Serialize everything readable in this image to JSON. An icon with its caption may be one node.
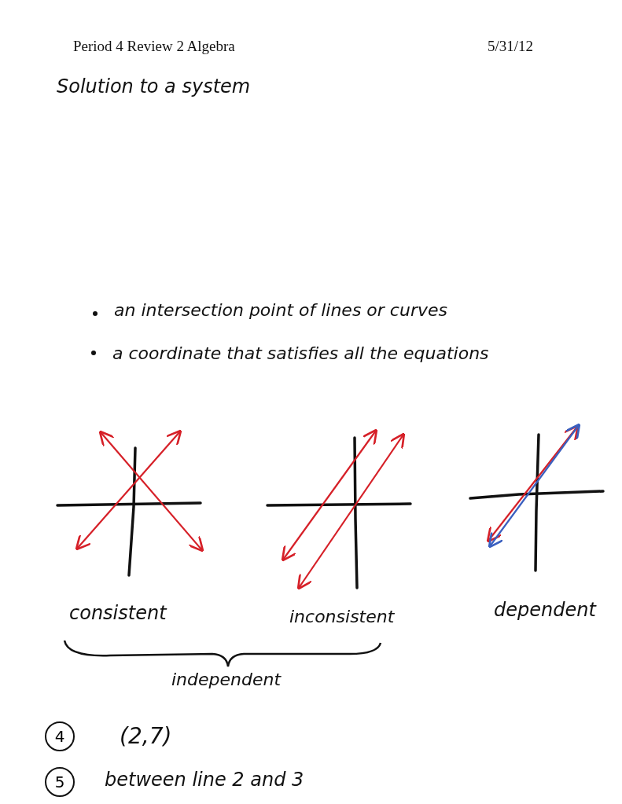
{
  "diagram": {
    "title": "Period 4 Review 2 Algebra",
    "nodes": [
      {
        "text": [
          "4"
        ]
      },
      {
        "text": [
          "5"
        ]
      }
    ],
    "labels": [
      "5/31/12",
      "Solution to a system",
      "an intersection point of lines or curves",
      "a coordinate that satisfies all the equations",
      "consistent",
      "inconsistent",
      "dependent",
      "independent",
      "(2,7)",
      "between line 2 and 3"
    ]
  }
}
